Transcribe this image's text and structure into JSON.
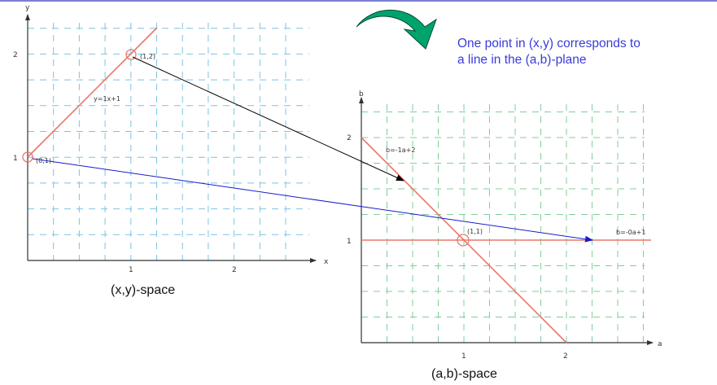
{
  "note": {
    "line1": "One point in (x,y) corresponds to",
    "line2": "a line in the (a,b)-plane"
  },
  "xy_space": {
    "caption": "(x,y)-space",
    "x_axis_label": "x",
    "y_axis_label": "y",
    "x_ticks": [
      "1",
      "2"
    ],
    "y_ticks": [
      "1",
      "2"
    ],
    "line_label": "y=1x+1",
    "points": [
      {
        "label": "(0,1)",
        "x": 0,
        "y": 1
      },
      {
        "label": "(1,2)",
        "x": 1,
        "y": 2
      }
    ],
    "line": {
      "slope": 1,
      "intercept": 1
    }
  },
  "ab_space": {
    "caption": "(a,b)-space",
    "a_axis_label": "a",
    "b_axis_label": "b",
    "a_ticks": [
      "1",
      "2"
    ],
    "b_ticks": [
      "1",
      "2"
    ],
    "lines": [
      {
        "label": "b=-1a+2",
        "slope": -1,
        "intercept": 2
      },
      {
        "label": "b=-0a+1",
        "slope": 0,
        "intercept": 1
      }
    ],
    "intersection": {
      "label": "(1,1)",
      "a": 1,
      "b": 1
    }
  },
  "colors": {
    "grid_xy": "#7cc4e4",
    "grid_ab": "#7fcf9a",
    "line": "#e8786c",
    "axis": "#333333",
    "arrow_black": "#000000",
    "arrow_blue": "#1a1acc",
    "curved_arrow_fill": "#00a36c",
    "note_text": "#3b3bd9"
  }
}
